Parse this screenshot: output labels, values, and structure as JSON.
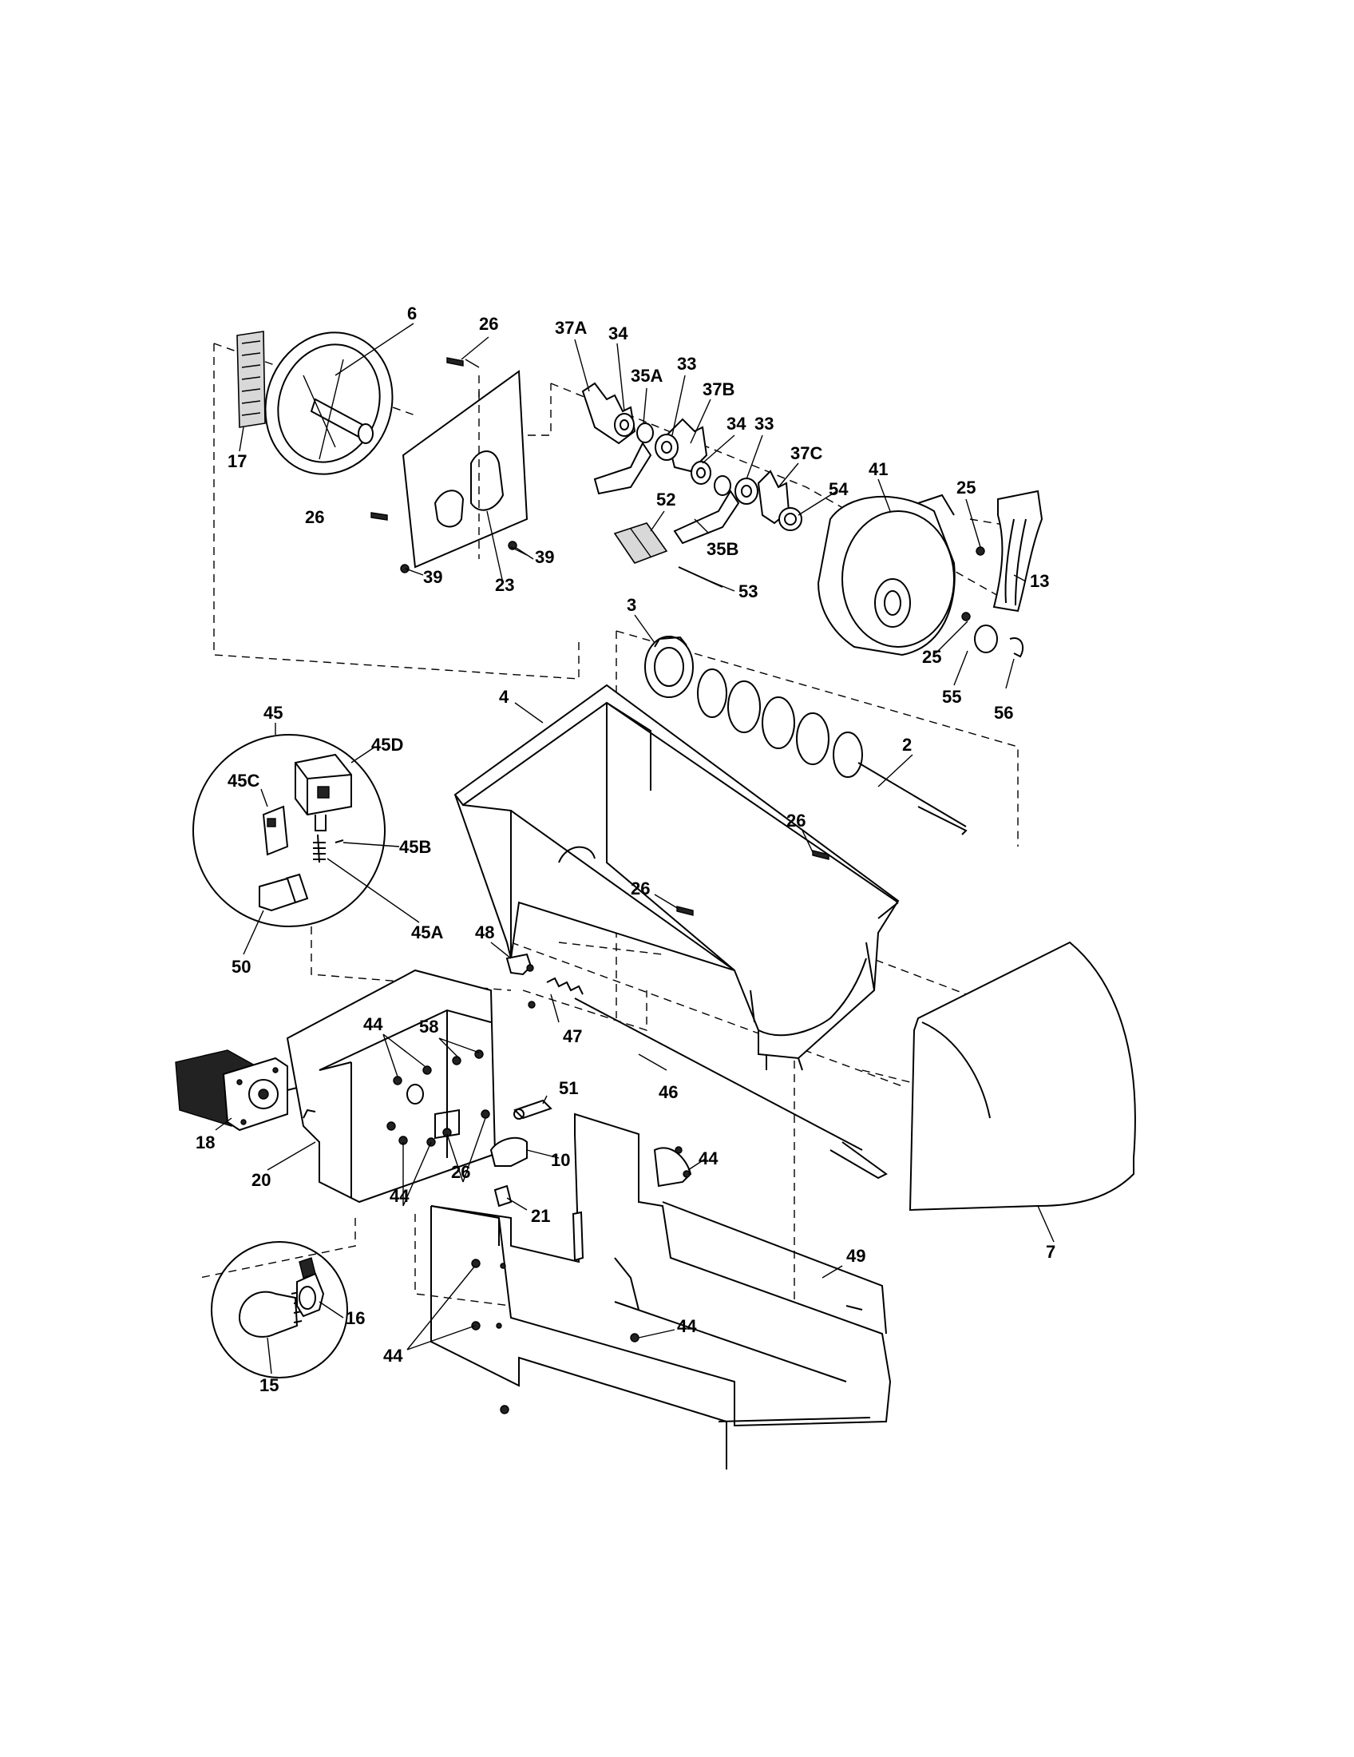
{
  "diagram": {
    "labels": {
      "p17": "17",
      "p6": "6",
      "p26a": "26",
      "p37A": "37A",
      "p34a": "34",
      "p35A": "35A",
      "p33a": "33",
      "p37B": "37B",
      "p34b": "34",
      "p33b": "33",
      "p37C": "37C",
      "p41": "41",
      "p25a": "25",
      "p54": "54",
      "p13": "13",
      "p52": "52",
      "p35B": "35B",
      "p53": "53",
      "p26b": "26",
      "p39a": "39",
      "p39b": "39",
      "p23": "23",
      "p3": "3",
      "p25b": "25",
      "p55": "55",
      "p56": "56",
      "p4": "4",
      "p2": "2",
      "p45": "45",
      "p45D": "45D",
      "p45C": "45C",
      "p45B": "45B",
      "p45A": "45A",
      "p50": "50",
      "p26c": "26",
      "p26d": "26",
      "p48": "48",
      "p47": "47",
      "p44a": "44",
      "p58": "58",
      "p51": "51",
      "p46": "46",
      "p18": "18",
      "p20": "20",
      "p10": "10",
      "p44b": "44",
      "p26e": "26",
      "p44c": "44",
      "p21": "21",
      "p49": "49",
      "p7": "7",
      "p16": "16",
      "p15": "15",
      "p44d": "44",
      "p44e": "44"
    }
  }
}
